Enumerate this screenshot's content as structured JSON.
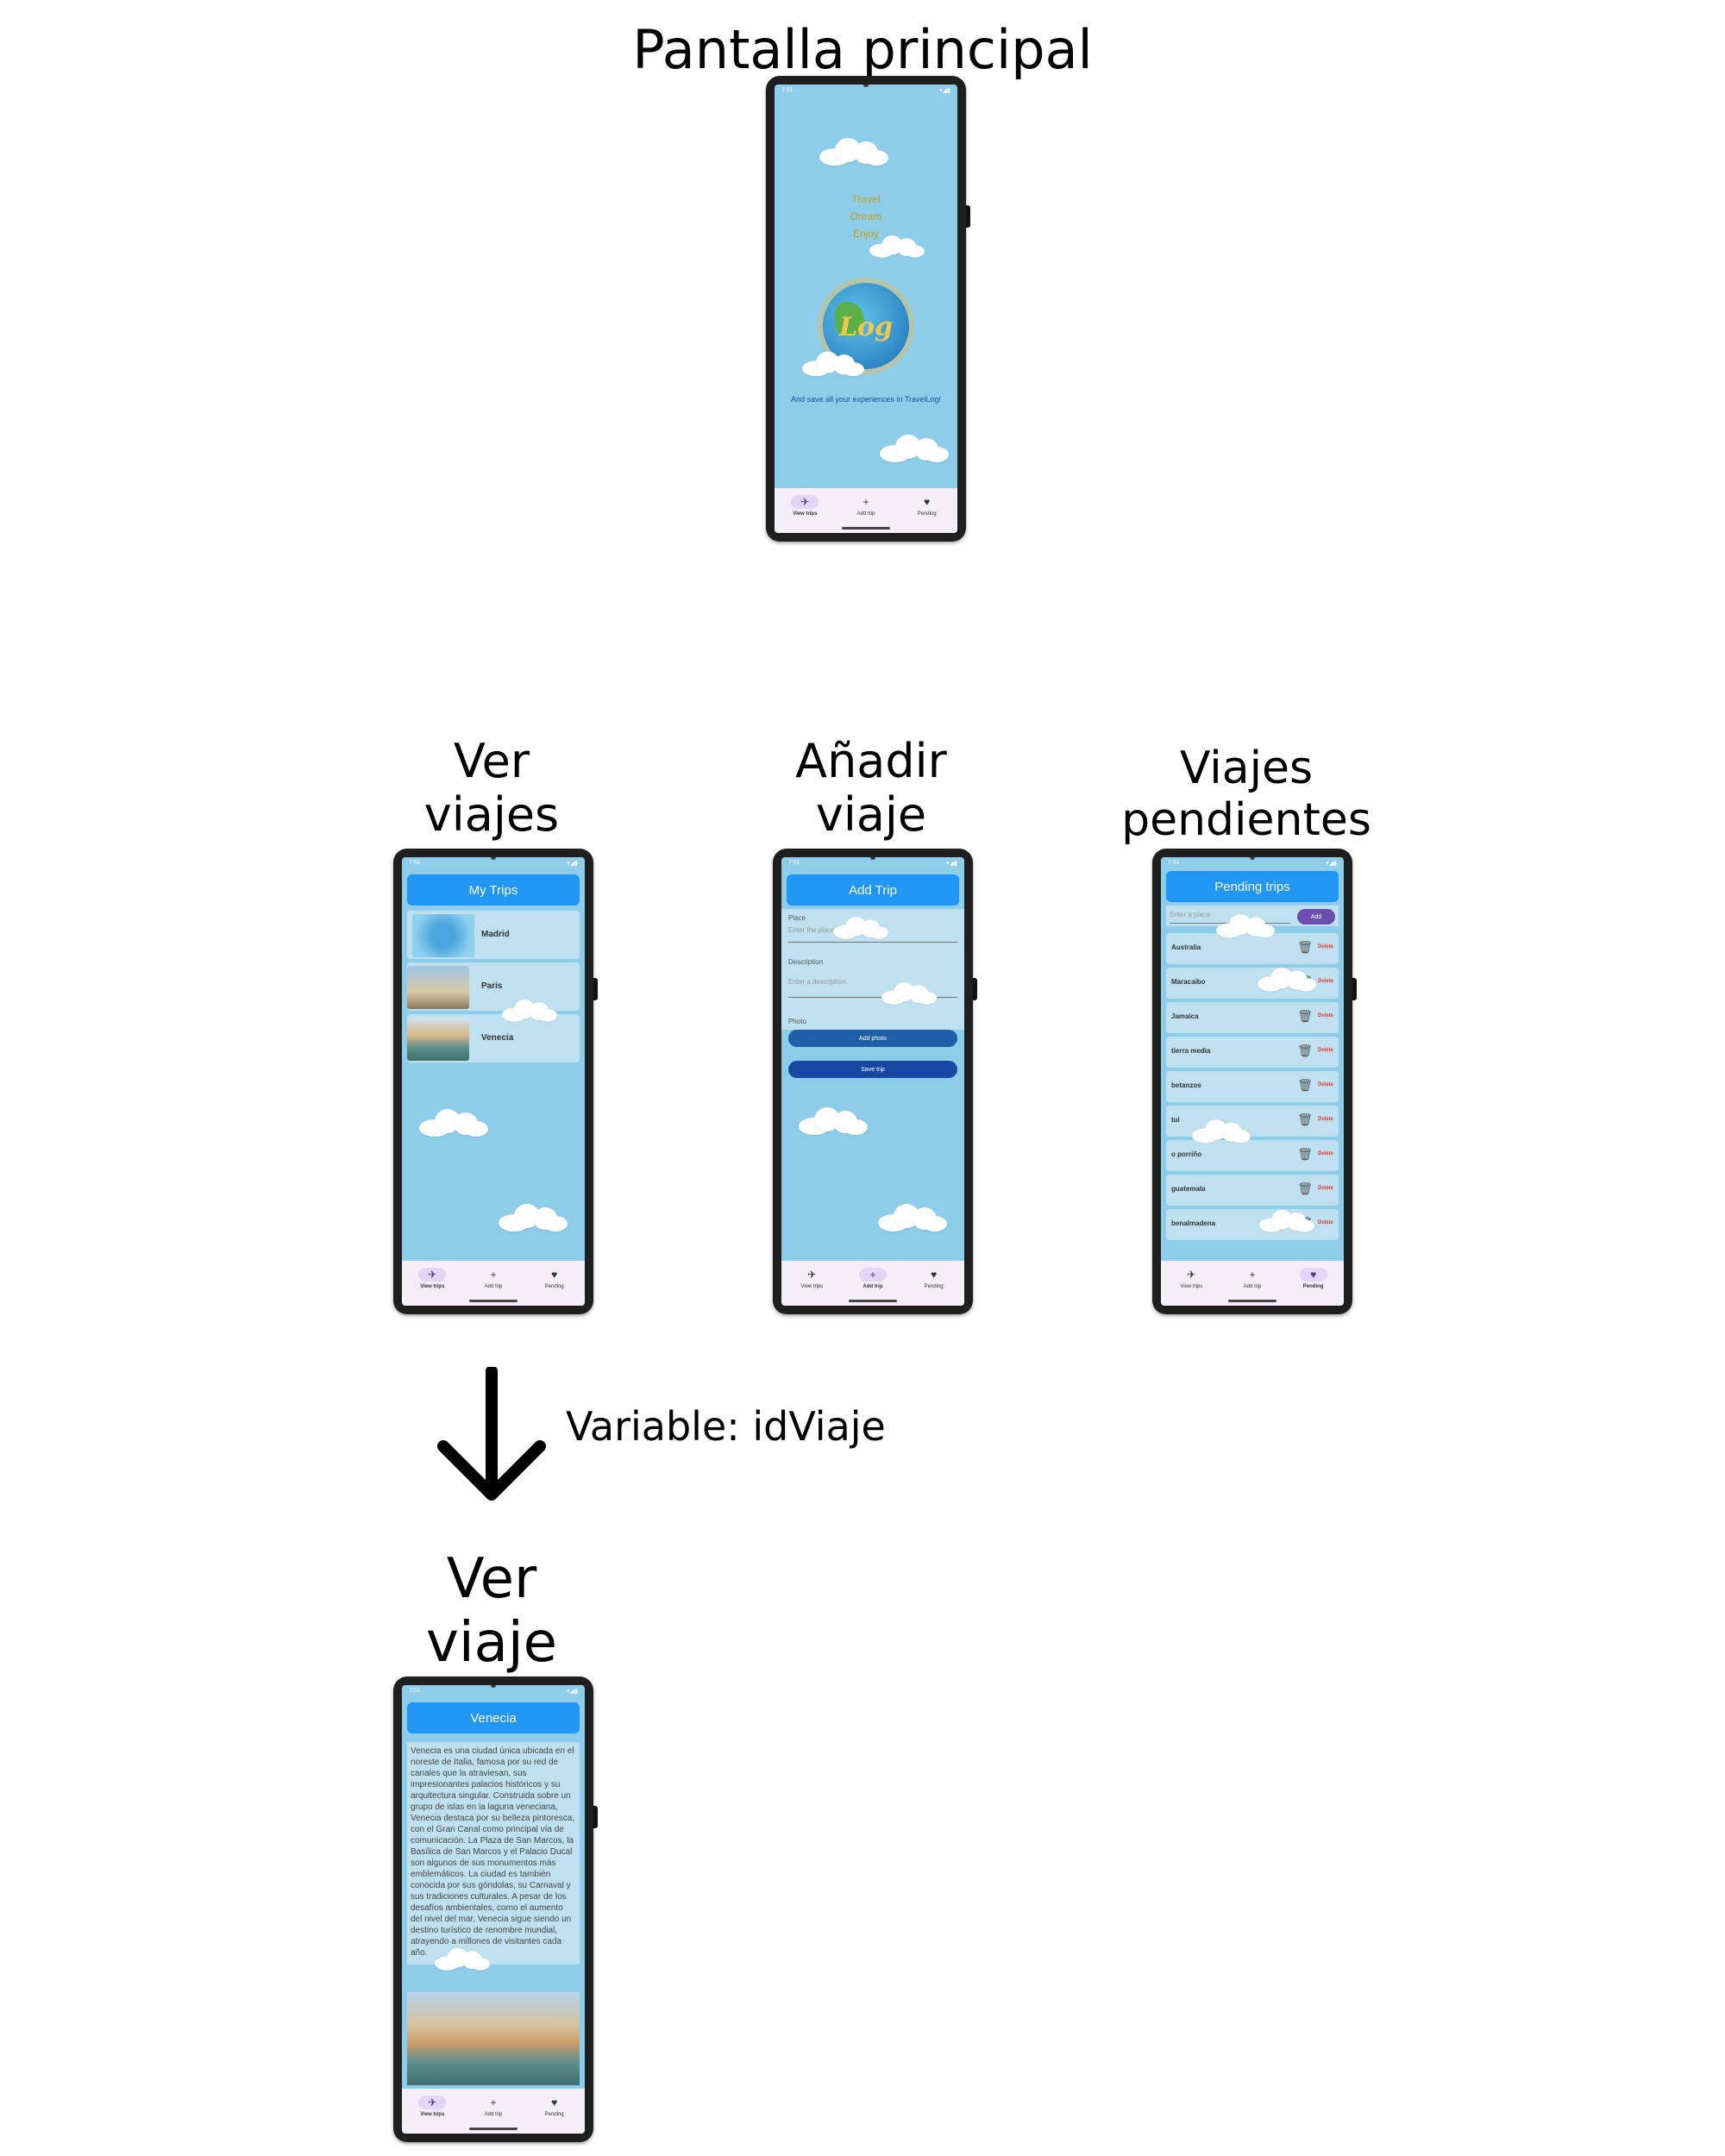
{
  "labels": {
    "main_screen": "Pantalla principal",
    "view_trips_1": "Ver",
    "view_trips_2": "viajes",
    "add_trip_1": "Añadir",
    "add_trip_2": "viaje",
    "pending_1": "Viajes",
    "pending_2": "pendientes",
    "view_trip_1": "Ver",
    "view_trip_2": "viaje",
    "arrow_variable": "Variable: idViaje"
  },
  "status": {
    "time": "7:51"
  },
  "nav": {
    "view_trips": "View trips",
    "add_trip": "Add trip",
    "pending": "Pending",
    "icons": [
      "plane-icon",
      "plus-icon",
      "heart-icon"
    ]
  },
  "home": {
    "slogan_1": "Travel",
    "slogan_2": "Dream",
    "slogan_3": "Enjoy",
    "logo_text": "Log",
    "tagline": "And save all your experiences in TravelLog!"
  },
  "my_trips": {
    "title": "My Trips",
    "items": [
      "Madrid",
      "Paris",
      "Venecia"
    ]
  },
  "add_trip": {
    "title": "Add Trip",
    "place_label": "Place",
    "place_placeholder": "Enter the place",
    "description_label": "Description",
    "description_placeholder": "Enter a description",
    "photo_label": "Photo",
    "add_photo": "Add photo",
    "save_trip": "Save trip"
  },
  "pending_trips": {
    "title": "Pending trips",
    "input_placeholder": "Enter a place",
    "add_button": "Add",
    "delete_label": "Delete",
    "items": [
      "Australia",
      "Maracaibo",
      "Jamaica",
      "tierra media",
      "betanzos",
      "tui",
      "o porriño",
      "guatemala",
      "benalmadena"
    ]
  },
  "trip_detail": {
    "title": "Venecia",
    "description": "Venecia es una ciudad única ubicada en el noreste de Italia, famosa por su red de canales que la atraviesan, sus impresionantes palacios históricos y su arquitectura singular. Construida sobre un grupo de islas en la laguna veneciana, Venecia destaca por su belleza pintoresca, con el Gran Canal como principal vía de comunicación. La Plaza de San Marcos, la Basílica de San Marcos y el Palacio Ducal son algunos de sus monumentos más emblemáticos. La ciudad es también conocida por sus góndolas, su Carnaval y sus tradiciones culturales. A pesar de los desafíos ambientales, como el aumento del nivel del mar, Venecia sigue siendo un destino turístico de renombre mundial, atrayendo a millones de visitantes cada año."
  },
  "colors": {
    "background": "#8dcdea",
    "topbar": "#2196f3",
    "card": "#bfe1ef",
    "add_photo_btn": "#1e5fa8",
    "save_btn": "#1948a0",
    "add_btn": "#6b4fb0",
    "delete": "#e53935"
  }
}
